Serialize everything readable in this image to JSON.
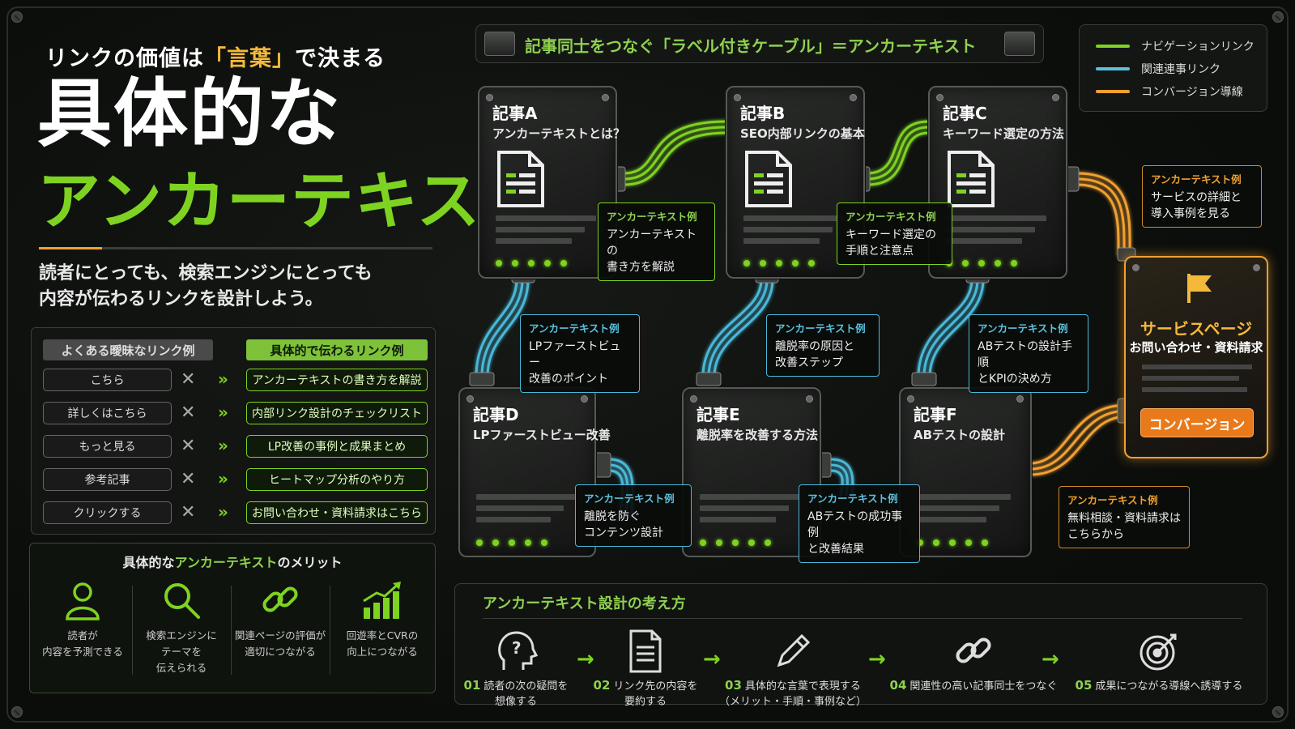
{
  "header": {
    "subtitle_pre": "リンクの価値は",
    "subtitle_hl": "「言葉」",
    "subtitle_post": "で決まる",
    "hero_line1": "具体的な",
    "hero_line2": "アンカーテキスト",
    "lead_line1": "読者にとっても、検索エンジンにとっても",
    "lead_line2": "内容が伝わるリンクを設計しよう。"
  },
  "comparison": {
    "bad_header": "よくある曖昧なリンク例",
    "good_header": "具体的で伝わるリンク例",
    "rows": [
      {
        "bad": "こちら",
        "good": "アンカーテキストの書き方を解説"
      },
      {
        "bad": "詳しくはこちら",
        "good": "内部リンク設計のチェックリスト"
      },
      {
        "bad": "もっと見る",
        "good": "LP改善の事例と成果まとめ"
      },
      {
        "bad": "参考記事",
        "good": "ヒートマップ分析のやり方"
      },
      {
        "bad": "クリックする",
        "good": "お問い合わせ・資料請求はこちら"
      }
    ],
    "x_mark": "✕",
    "arrow_mark": "»"
  },
  "merits": {
    "title_pre": "具体的な",
    "title_hl": "アンカーテキスト",
    "title_post": "のメリット",
    "items": [
      {
        "icon": "person-icon",
        "text": "読者が\n内容を予測できる"
      },
      {
        "icon": "magnifier-icon",
        "text": "検索エンジンに\nテーマを\n伝えられる"
      },
      {
        "icon": "chain-link-icon",
        "text": "関連ページの評価が\n適切につながる"
      },
      {
        "icon": "growth-chart-icon",
        "text": "回遊率とCVRの\n向上につながる"
      }
    ]
  },
  "banner": {
    "title": "記事同士をつなぐ「ラベル付きケーブル」＝アンカーテキスト"
  },
  "legend": {
    "items": [
      {
        "label": "ナビゲーションリンク",
        "color": "#7ed321"
      },
      {
        "label": "関連連事リンク",
        "color": "#5bc0de"
      },
      {
        "label": "コンバージョン導線",
        "color": "#f0a030"
      }
    ]
  },
  "articles": [
    {
      "id": "A",
      "title": "記事A",
      "subtitle": "アンカーテキストとは？"
    },
    {
      "id": "B",
      "title": "記事B",
      "subtitle": "SEO内部リンクの基本"
    },
    {
      "id": "C",
      "title": "記事C",
      "subtitle": "キーワード選定の方法"
    },
    {
      "id": "D",
      "title": "記事D",
      "subtitle": "LPファーストビュー改善"
    },
    {
      "id": "E",
      "title": "記事E",
      "subtitle": "離脱率を改善する方法"
    },
    {
      "id": "F",
      "title": "記事F",
      "subtitle": "ABテストの設計"
    }
  ],
  "anchor_tags": {
    "header": "アンカーテキスト例",
    "ab": "アンカーテキストの\n書き方を解説",
    "bc": "キーワード選定の\n手順と注意点",
    "c_service": "サービスの詳細と\n導入事例を見る",
    "ad": "LPファーストビュー\n改善のポイント",
    "be": "離脱率の原因と\n改善ステップ",
    "cf": "ABテストの設計手順\nとKPIの決め方",
    "de": "離脱を防ぐ\nコンテンツ設計",
    "ef": "ABテストの成功事例\nと改善結果",
    "f_service": "無料相談・資料請求は\nこちらから"
  },
  "service": {
    "title": "サービスページ",
    "subtitle": "お問い合わせ・資料請求",
    "button": "コンバージョン",
    "icon": "flag-icon"
  },
  "process": {
    "title": "アンカーテキスト設計の考え方",
    "steps": [
      {
        "num": "01",
        "icon": "thinking-head-icon",
        "text": "読者の次の疑問を\n想像する"
      },
      {
        "num": "02",
        "icon": "document-icon",
        "text": "リンク先の内容を\n要約する"
      },
      {
        "num": "03",
        "icon": "pencil-icon",
        "text": "具体的な言葉で表現する\n（メリット・手順・事例など）"
      },
      {
        "num": "04",
        "icon": "chain-link-icon",
        "text": "関連性の高い記事同士をつなぐ"
      },
      {
        "num": "05",
        "icon": "target-icon",
        "text": "成果につながる導線へ誘導する"
      }
    ]
  },
  "colors": {
    "nav": "#7ed321",
    "related": "#5bc0de",
    "conversion": "#f0a030"
  }
}
